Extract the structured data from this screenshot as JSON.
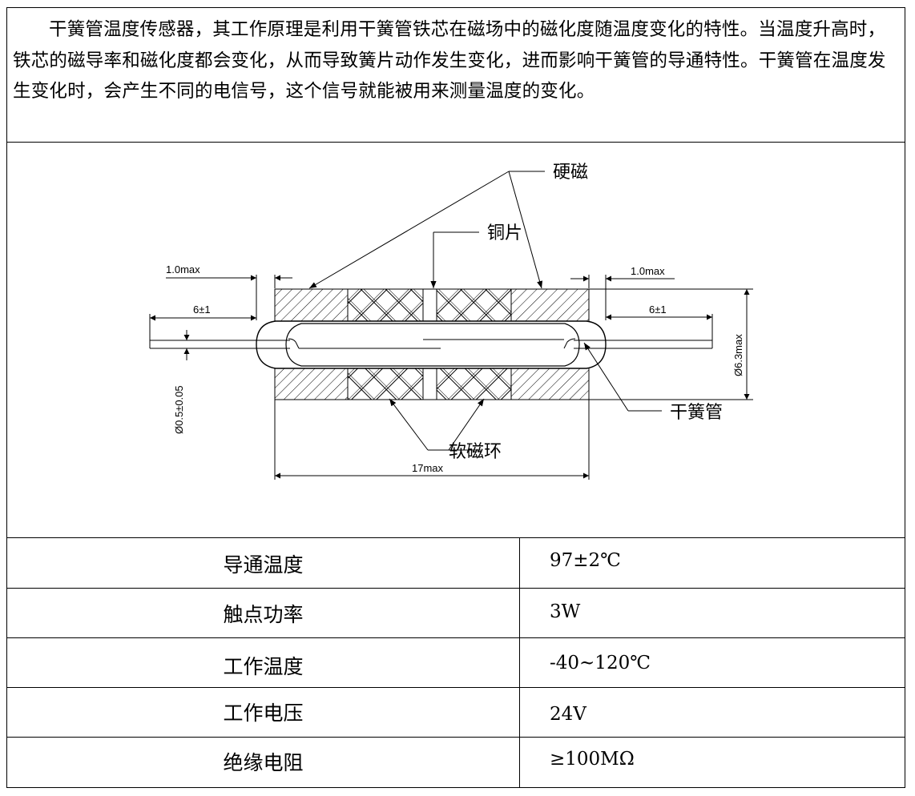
{
  "intro": "干簧管温度传感器，其工作原理是利用干簧管铁芯在磁场中的磁化度随温度变化的特性。当温度升高时，铁芯的磁导率和磁化度都会变化，从而导致簧片动作发生变化，进而影响干簧管的导通特性。干簧管在温度发生变化时，会产生不同的电信号，这个信号就能被用来测量温度的变化。",
  "diagram": {
    "labels": {
      "hard_magnet": "硬磁",
      "copper_sheet": "铜片",
      "reed_switch": "干簧管",
      "soft_ring": "软磁环"
    },
    "dimensions": {
      "gap_left": "1.0max",
      "gap_right": "1.0max",
      "lead_left": "6±1",
      "lead_right": "6±1",
      "lead_dia": "Ø0.5±0.05",
      "outer_dia": "Ø6.3max",
      "length": "17max"
    }
  },
  "specs": [
    {
      "label": "导通温度",
      "value": "97±2℃"
    },
    {
      "label": "触点功率",
      "value": "3W"
    },
    {
      "label": "工作温度",
      "value": "-40~120℃"
    },
    {
      "label": "工作电压",
      "value": "24V"
    },
    {
      "label": "绝缘电阻",
      "value": "≥100MΩ"
    }
  ]
}
